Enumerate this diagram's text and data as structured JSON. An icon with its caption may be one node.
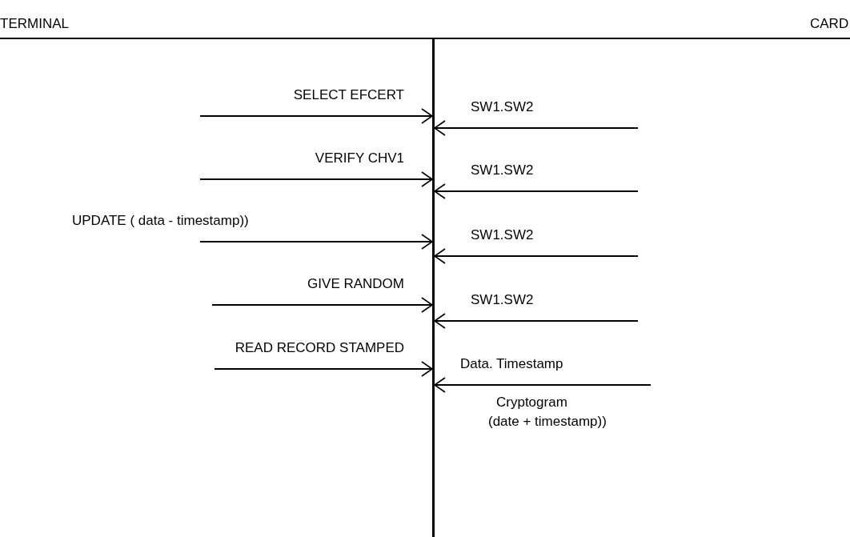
{
  "diagram": {
    "nodes": [
      {
        "text": [
          "TERMINAL"
        ]
      },
      {
        "text": [
          "CARD"
        ]
      },
      {
        "text": [],
        "shape": "bar"
      }
    ],
    "edges": [
      {
        "from": null,
        "to": 2,
        "arrow": "to",
        "label": "SELECT EFCERT"
      },
      {
        "from": null,
        "to": 2,
        "arrow": "to",
        "label": "SW1.SW2"
      },
      {
        "from": null,
        "to": 2,
        "arrow": "to",
        "label": "VERIFY CHV1"
      },
      {
        "from": null,
        "to": 2,
        "arrow": "to",
        "label": "SW1.SW2"
      },
      {
        "from": null,
        "to": 2,
        "arrow": "to",
        "label": "UPDATE ( data - timestamp))"
      },
      {
        "from": null,
        "to": 2,
        "arrow": "to",
        "label": "SW1.SW2"
      },
      {
        "from": null,
        "to": 2,
        "arrow": "to",
        "label": "GIVE RANDOM"
      },
      {
        "from": null,
        "to": 2,
        "arrow": "to",
        "label": "SW1.SW2"
      },
      {
        "from": null,
        "to": 2,
        "arrow": "to",
        "label": "READ RECORD STAMPED"
      },
      {
        "from": null,
        "to": 2,
        "arrow": "to",
        "label": "Data. Timestamp"
      }
    ],
    "labels": [
      "Cryptogram",
      "(date + timestamp))"
    ]
  }
}
